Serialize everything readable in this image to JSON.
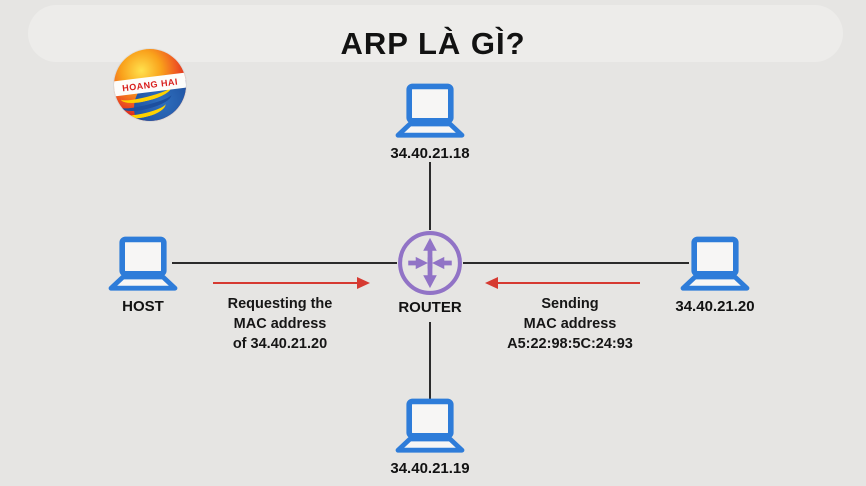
{
  "title": "ARP LÀ GÌ?",
  "logo": {
    "text": "HOANG HAI"
  },
  "colors": {
    "background": "#e6e5e3",
    "panel": "#edecea",
    "text": "#171717",
    "laptop": "#2e7cd9",
    "router": "#9173c6",
    "arrow": "#d63a31",
    "line": "#2b2b2b"
  },
  "icons": {
    "laptop": "laptop-icon",
    "router": "router-icon"
  },
  "nodes": {
    "top": {
      "label": "34.40.21.18"
    },
    "left": {
      "label": "HOST"
    },
    "right": {
      "label": "34.40.21.20"
    },
    "bottom": {
      "label": "34.40.21.19"
    },
    "center": {
      "label": "ROUTER"
    }
  },
  "messages": {
    "request": {
      "line1": "Requesting the",
      "line2": "MAC address",
      "line3": "of 34.40.21.20",
      "direction": "left-to-right"
    },
    "reply": {
      "line1": "Sending",
      "line2": "MAC address",
      "line3": "A5:22:98:5C:24:93",
      "direction": "right-to-left"
    }
  }
}
